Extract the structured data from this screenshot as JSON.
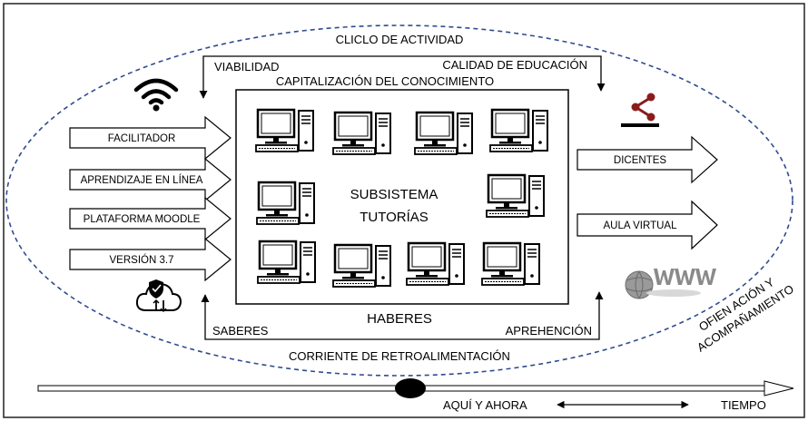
{
  "cycle": {
    "title": "CLICLO DE ACTIVIDAD",
    "top_left": "VIABILIDAD",
    "top_right": "CALIDAD DE EDUCACIÓN",
    "top_center": "CAPITALIZACIÓN DEL CONOCIMIENTO",
    "bottom_center": "HABERES",
    "bottom_left": "SABERES",
    "bottom_right": "APREHENCIÓN",
    "feedback": "CORRIENTE DE RETROALIMENTACIÓN"
  },
  "subsystem": {
    "line1": "SUBSISTEMA",
    "line2": "TUTORÍAS"
  },
  "inputs": [
    "FACILITADOR",
    "APRENDIZAJE EN LÍNEA",
    "PLATAFORMA MOODLE",
    "VERSIÓN 3.7"
  ],
  "outputs": [
    "DICENTES",
    "AULA VIRTUAL"
  ],
  "orientation": {
    "line1": "OFIEN ACIÓN Y",
    "line2": "ACOMPAÑAMIENTO"
  },
  "timeline": {
    "left": "AQUÍ Y AHORA",
    "right": "TIEMPO"
  },
  "icons": {
    "wifi": "wifi-icon",
    "share": "share-icon",
    "cloud": "cloud-shield-icon",
    "www": "www-globe-icon",
    "computer": "computer-icon"
  },
  "colors": {
    "ellipse": "#2f4b8f",
    "share": "#8b1c1c",
    "globe": "#8a8a8a"
  }
}
